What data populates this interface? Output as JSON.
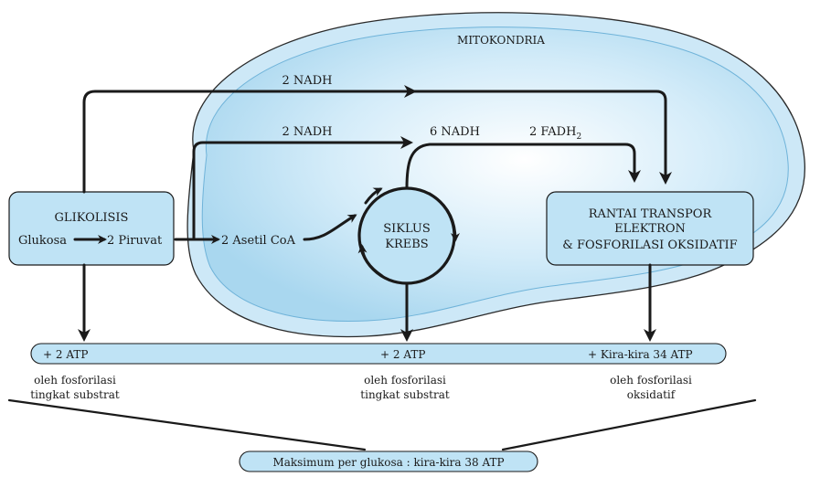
{
  "mito_label": "MITOKONDRIA",
  "glikolisis": {
    "title": "GLIKOLISIS",
    "input": "Glukosa",
    "output": "2 Piruvat"
  },
  "acetyl": "2 Asetil CoA",
  "krebs": {
    "line1": "SIKLUS",
    "line2": "KREBS"
  },
  "etc": {
    "line1": "RANTAI TRANSPOR",
    "line2": "ELEKTRON",
    "line3": "& FOSFORILASI OKSIDATIF"
  },
  "carriers": {
    "nadh_top": "2 NADH",
    "nadh_mid": "2 NADH",
    "nadh_krebs": "6 NADH",
    "fadh_base": "2 FADH",
    "fadh_sub": "2"
  },
  "atp": {
    "first": "+ 2 ATP",
    "second": "+ 2 ATP",
    "third": "+ Kira-kira 34 ATP"
  },
  "notes": {
    "first_l1": "oleh fosforilasi",
    "first_l2": "tingkat substrat",
    "second_l1": "oleh fosforilasi",
    "second_l2": "tingkat substrat",
    "third_l1": "oleh fosforilasi",
    "third_l2": "oksidatif"
  },
  "total": "Maksimum per glukosa : kira-kira 38 ATP",
  "colors": {
    "mito_outer": "#cfe9f7",
    "mito_inner": "#a8d8f0",
    "box_fill": "#bfe3f5",
    "line": "#1a1a1a"
  }
}
